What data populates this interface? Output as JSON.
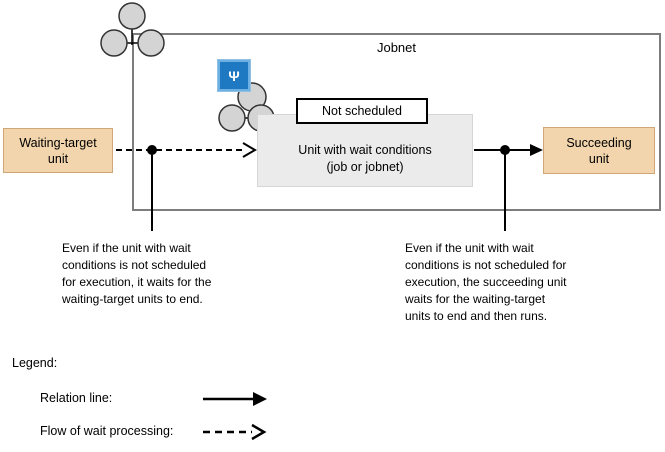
{
  "diagram": {
    "jobnet_label": "Jobnet",
    "not_scheduled_label": "Not scheduled",
    "waiting_target_unit_label": "Waiting-target\nunit",
    "unit_with_wait_conditions_label": "Unit with wait conditions\n(job or jobnet)",
    "succeeding_unit_label": "Succeeding\nunit",
    "wait_icon_glyph": "Ψ",
    "left_note": "Even if the unit with wait\nconditions is not scheduled\nfor execution, it waits for the\nwaiting-target units to end.",
    "right_note": "Even if the unit with wait\nconditions is not scheduled for\nexecution, the succeeding unit\nwaits for the waiting-target\nunits to end and then runs."
  },
  "legend": {
    "title": "Legend:",
    "relation_line_label": "Relation line:",
    "flow_of_wait_processing_label": "Flow of wait processing:"
  },
  "colors": {
    "unit_box_fill": "#f2d5ac",
    "unit_box_border": "#cfa678",
    "gray_box_fill": "#ebebeb",
    "jobnet_border": "#7d7d7d",
    "circle_fill": "#d4d4d4",
    "circle_border": "#333333",
    "wait_icon_fill": "#1f78c2",
    "wait_icon_border": "#6fb0e2",
    "line_color": "#000000"
  }
}
